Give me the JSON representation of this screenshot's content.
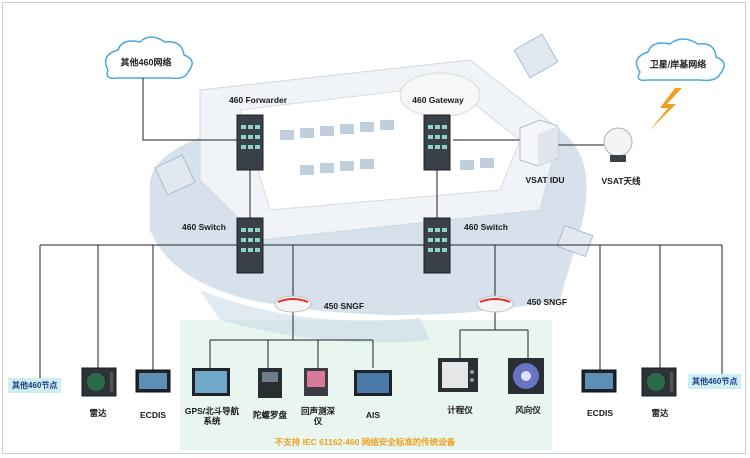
{
  "clouds": {
    "left": "其他460网络",
    "right": "卫星/岸基网络"
  },
  "core": {
    "forwarder": "460 Forwarder",
    "gateway": "460 Gateway",
    "vsat_idu": "VSAT IDU",
    "vsat_antenna": "VSAT天线"
  },
  "switches": {
    "left": "460 Switch",
    "right": "460 Switch"
  },
  "sngf": {
    "left": "450 SNGF",
    "right": "450 SNGF"
  },
  "nodes": {
    "left": "其他460节点",
    "right": "其他460节点"
  },
  "devices": {
    "radar_left": "雷达",
    "ecdis_left": "ECDIS",
    "gps": "GPS/北斗导航\n系统",
    "gyro": "陀螺罗盘",
    "echo": "回声测深\n仪",
    "ais": "AIS",
    "log": "计程仪",
    "wind": "风向仪",
    "ecdis_right": "ECDIS",
    "radar_right": "雷达"
  },
  "legacy_note": "不支持 IEC 61162-460 网络安全标准的传统设备",
  "colors": {
    "accent_orange": "#f0a020",
    "legacy_zone": "#e8f6ef",
    "badge_bg": "#cfeef0",
    "ship_shadow": "#a9bed6"
  }
}
